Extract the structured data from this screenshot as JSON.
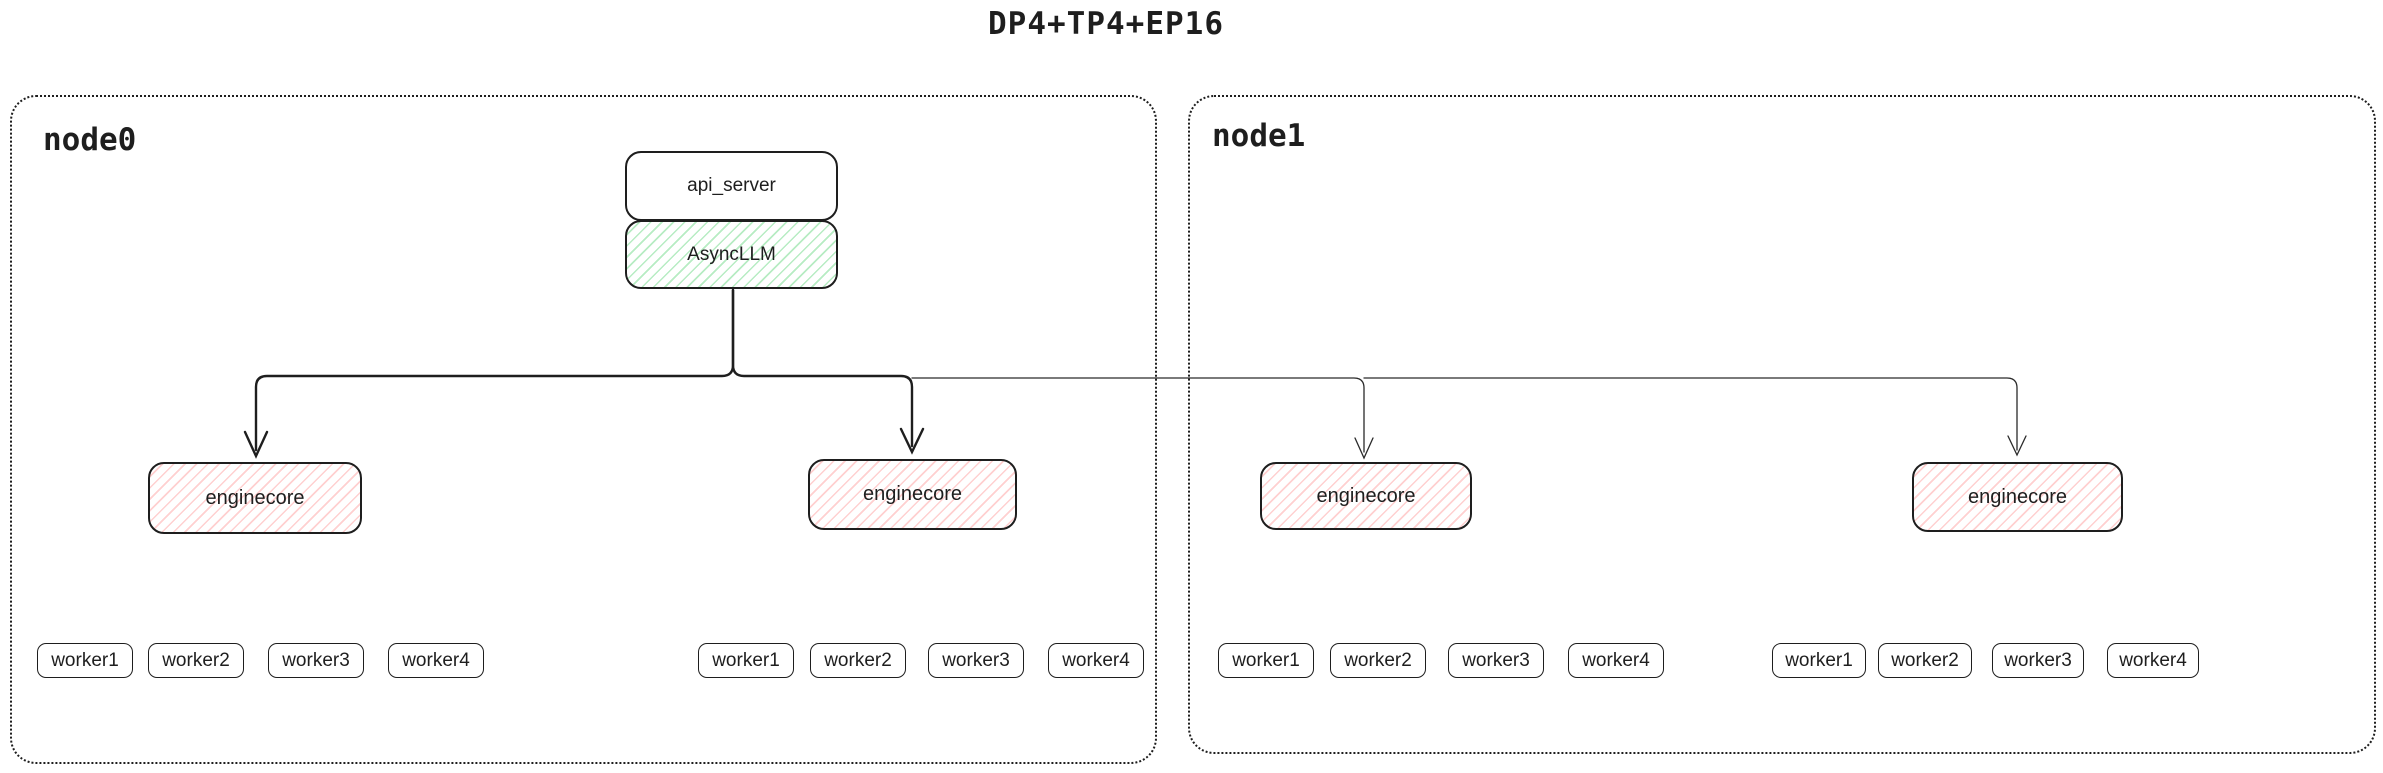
{
  "title": "DP4+TP4+EP16",
  "colors": {
    "stroke": "#1e1e1e",
    "green_hatch": "#b7ecc3",
    "red_hatch": "#ffd0d0",
    "background": "#ffffff"
  },
  "api_server_label": "api_server",
  "async_llm_label": "AsyncLLM",
  "node0": {
    "label": "node0",
    "enginecores": [
      "enginecore",
      "enginecore"
    ],
    "worker_groups": [
      [
        "worker1",
        "worker2",
        "worker3",
        "worker4"
      ],
      [
        "worker1",
        "worker2",
        "worker3",
        "worker4"
      ]
    ]
  },
  "node1": {
    "label": "node1",
    "enginecores": [
      "enginecore",
      "enginecore"
    ],
    "worker_groups": [
      [
        "worker1",
        "worker2",
        "worker3",
        "worker4"
      ],
      [
        "worker1",
        "worker2",
        "worker3",
        "worker4"
      ]
    ]
  }
}
